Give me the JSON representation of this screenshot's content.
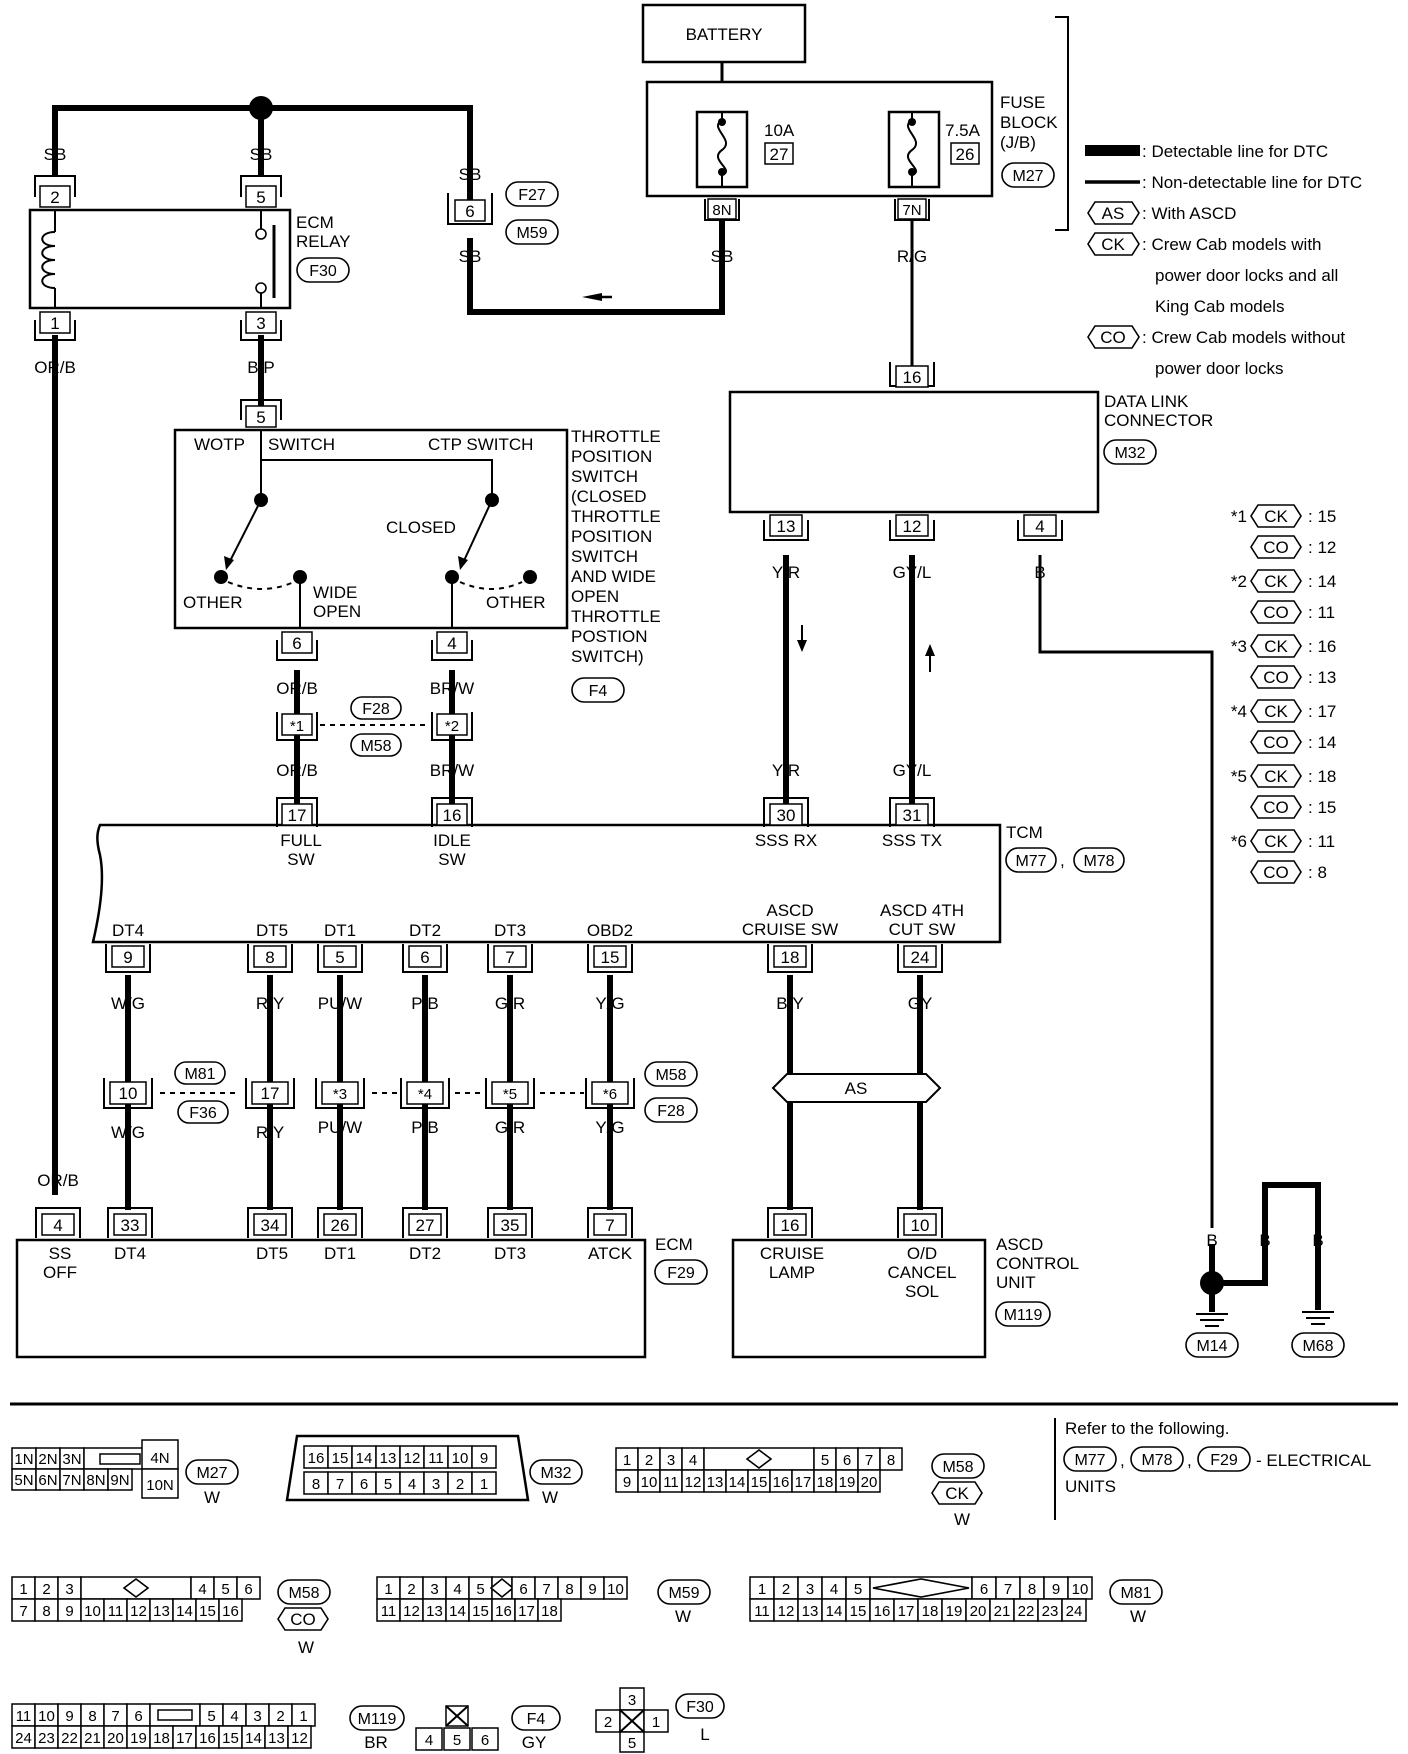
{
  "battery": "BATTERY",
  "fuse_block": {
    "label": "FUSE\nBLOCK\n(J/B)",
    "ref": "M27",
    "fuses": [
      {
        "amps": "10A",
        "num": "27",
        "term": "8N",
        "wire": "SB"
      },
      {
        "amps": "7.5A",
        "num": "26",
        "term": "7N",
        "wire": "R/G"
      }
    ]
  },
  "legend": {
    "detectable": ": Detectable line for DTC",
    "nondetectable": ": Non-detectable line for DTC",
    "as": {
      "code": "AS",
      "text": ": With ASCD"
    },
    "ck": {
      "code": "CK",
      "lines": [
        ": Crew Cab models with",
        "power door locks and all",
        "King Cab models"
      ]
    },
    "co": {
      "code": "CO",
      "lines": [
        ": Crew Cab models without",
        "power door locks"
      ]
    }
  },
  "ecm_relay": {
    "label": "ECM\nRELAY",
    "ref": "F30",
    "pins": [
      "2",
      "5",
      "1",
      "3"
    ],
    "wires_top": [
      "SB",
      "SB"
    ],
    "wires_bottom": [
      "OR/B",
      "B/P"
    ]
  },
  "jc_f27": {
    "pin": "6",
    "refs": [
      "F27",
      "M59"
    ],
    "wire_top": "SB",
    "wire_bottom": "SB"
  },
  "dlc": {
    "label": "DATA LINK\nCONNECTOR",
    "ref": "M32",
    "top_pin": "16",
    "pins": [
      "13",
      "12",
      "4"
    ],
    "wires": [
      "Y/R",
      "GY/L",
      "B"
    ]
  },
  "tps": {
    "label": "THROTTLE\nPOSITION\nSWITCH\n(CLOSED\nTHROTTLE\nPOSITION\nSWITCH\nAND WIDE\nOPEN\nTHROTTLE\nPOSTION\nSWITCH)",
    "ref": "F4",
    "top_pin": "5",
    "wotp": "WOTP",
    "switch": "SWITCH",
    "ctp": "CTP SWITCH",
    "closed": "CLOSED",
    "other": "OTHER",
    "wide_open": "WIDE\nOPEN",
    "pins": [
      "6",
      "4"
    ],
    "wires": [
      "OR/B",
      "BR/W"
    ]
  },
  "jc_f28": {
    "pins": [
      "*1",
      "*2"
    ],
    "refs": [
      "F28",
      "M58"
    ],
    "wires": [
      "OR/B",
      "BR/W"
    ]
  },
  "tcm": {
    "label": "TCM",
    "refs": [
      "M77",
      "M78"
    ],
    "top_pins": [
      {
        "pin": "17",
        "name": "FULL\nSW"
      },
      {
        "pin": "16",
        "name": "IDLE\nSW"
      },
      {
        "pin": "30",
        "name": "SSS RX",
        "wire": "Y/R"
      },
      {
        "pin": "31",
        "name": "SSS TX",
        "wire": "GY/L"
      }
    ],
    "bottom_pins": [
      {
        "pin": "9",
        "name": "DT4",
        "wire": "W/G"
      },
      {
        "pin": "8",
        "name": "DT5",
        "wire": "R/Y"
      },
      {
        "pin": "5",
        "name": "DT1",
        "wire": "PU/W"
      },
      {
        "pin": "6",
        "name": "DT2",
        "wire": "P/B"
      },
      {
        "pin": "7",
        "name": "DT3",
        "wire": "G/R"
      },
      {
        "pin": "15",
        "name": "OBD2",
        "wire": "Y/G"
      },
      {
        "pin": "18",
        "name": "ASCD\nCRUISE SW",
        "wire": "B/Y"
      },
      {
        "pin": "24",
        "name": "ASCD 4TH\nCUT SW",
        "wire": "GY"
      }
    ]
  },
  "jc_mid": {
    "pins": [
      "10",
      "17",
      "*3",
      "*4",
      "*5",
      "*6"
    ],
    "refs_left": [
      "M81",
      "F36"
    ],
    "refs_right": [
      "M58",
      "F28"
    ],
    "wires": [
      "W/G",
      "R/Y",
      "PU/W",
      "P/B",
      "G/R",
      "Y/G"
    ]
  },
  "as_label": "AS",
  "ecm": {
    "label": "ECM",
    "ref": "F29",
    "top_wire": "OR/B",
    "pins": [
      {
        "pin": "4",
        "name": "SS\nOFF"
      },
      {
        "pin": "33",
        "name": "DT4"
      },
      {
        "pin": "34",
        "name": "DT5"
      },
      {
        "pin": "26",
        "name": "DT1"
      },
      {
        "pin": "27",
        "name": "DT2"
      },
      {
        "pin": "35",
        "name": "DT3"
      },
      {
        "pin": "7",
        "name": "ATCK"
      }
    ]
  },
  "ascd": {
    "label": "ASCD\nCONTROL\nUNIT",
    "ref": "M119",
    "pins": [
      {
        "pin": "16",
        "name": "CRUISE\nLAMP"
      },
      {
        "pin": "10",
        "name": "O/D\nCANCEL\nSOL"
      }
    ]
  },
  "grounds": {
    "wire": "B",
    "refs": [
      "M14",
      "M68"
    ]
  },
  "notes": [
    {
      "key": "*1",
      "ck": "15",
      "co": "12"
    },
    {
      "key": "*2",
      "ck": "14",
      "co": "11"
    },
    {
      "key": "*3",
      "ck": "16",
      "co": "13"
    },
    {
      "key": "*4",
      "ck": "17",
      "co": "14"
    },
    {
      "key": "*5",
      "ck": "18",
      "co": "15"
    },
    {
      "key": "*6",
      "ck": "11",
      "co": "8"
    }
  ],
  "refer": {
    "title": "Refer to the following.",
    "refs": [
      "M77",
      "M78",
      "F29"
    ],
    "text": "- ELECTRICAL",
    "text2": "UNITS"
  },
  "connectors": {
    "m27": {
      "row1": [
        "1N",
        "2N",
        "3N"
      ],
      "row2": [
        "5N",
        "6N",
        "7N",
        "8N",
        "9N"
      ],
      "side": [
        "4N",
        "10N"
      ],
      "ref": "M27",
      "color": "W"
    },
    "m32": {
      "row1": [
        "16",
        "15",
        "14",
        "13",
        "12",
        "11",
        "10",
        "9"
      ],
      "row2": [
        "8",
        "7",
        "6",
        "5",
        "4",
        "3",
        "2",
        "1"
      ],
      "ref": "M32",
      "color": "W"
    },
    "m58ck": {
      "row1a": [
        "1",
        "2",
        "3",
        "4"
      ],
      "row1b": [
        "5",
        "6",
        "7",
        "8"
      ],
      "row2": [
        "9",
        "10",
        "11",
        "12",
        "13",
        "14",
        "15",
        "16",
        "17",
        "18",
        "19",
        "20"
      ],
      "ref": "M58",
      "code": "CK",
      "color": "W"
    },
    "m58co": {
      "row1a": [
        "1",
        "2",
        "3"
      ],
      "row1b": [
        "4",
        "5",
        "6"
      ],
      "row2": [
        "7",
        "8",
        "9",
        "10",
        "11",
        "12",
        "13",
        "14",
        "15",
        "16"
      ],
      "ref": "M58",
      "code": "CO",
      "color": "W"
    },
    "m59": {
      "row1a": [
        "1",
        "2",
        "3",
        "4",
        "5"
      ],
      "row1b": [
        "6",
        "7",
        "8",
        "9",
        "10"
      ],
      "row2": [
        "11",
        "12",
        "13",
        "14",
        "15",
        "16",
        "17",
        "18"
      ],
      "ref": "M59",
      "color": "W"
    },
    "m81": {
      "row1a": [
        "1",
        "2",
        "3",
        "4",
        "5"
      ],
      "row1b": [
        "6",
        "7",
        "8",
        "9",
        "10"
      ],
      "row2": [
        "11",
        "12",
        "13",
        "14",
        "15",
        "16",
        "17",
        "18",
        "19",
        "20",
        "21",
        "22",
        "23",
        "24"
      ],
      "ref": "M81",
      "color": "W"
    },
    "m119": {
      "row1a": [
        "11",
        "10",
        "9",
        "8",
        "7",
        "6"
      ],
      "row1b": [
        "5",
        "4",
        "3",
        "2",
        "1"
      ],
      "row2": [
        "24",
        "23",
        "22",
        "21",
        "20",
        "19",
        "18",
        "17",
        "16",
        "15",
        "14",
        "13",
        "12"
      ],
      "ref": "M119",
      "color": "BR"
    },
    "f4": {
      "pins": [
        "4",
        "5",
        "6"
      ],
      "ref": "F4",
      "color": "GY"
    },
    "f30": {
      "pins": [
        "3",
        "2",
        "1",
        "5"
      ],
      "ref": "F30",
      "color": "L"
    }
  }
}
